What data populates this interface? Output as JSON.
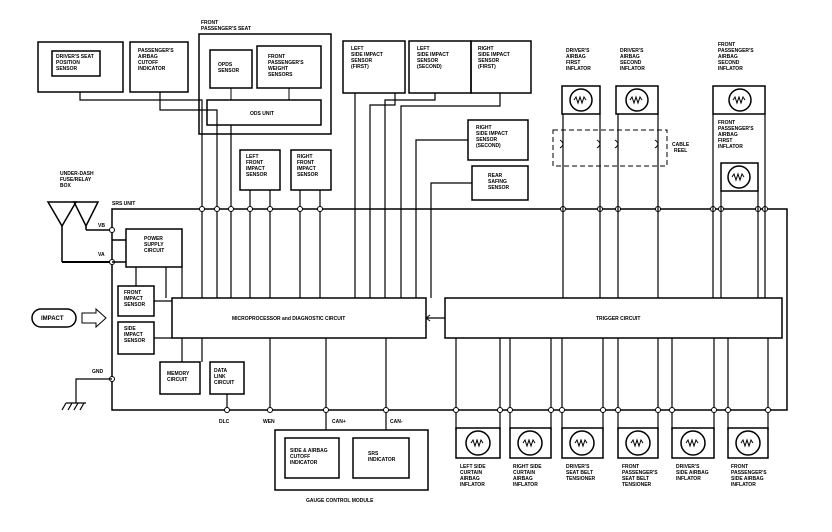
{
  "labels": {
    "front_passenger_seat": [
      "FRONT",
      "PASSENGER'S SEAT"
    ],
    "ods_unit": "ODS UNIT",
    "srs_unit": "SRS UNIT",
    "underdash_fuse": [
      "UNDER-DASH",
      "FUSE/RELAY",
      "BOX"
    ],
    "vb": "VB",
    "va": "VA",
    "gnd": "GND",
    "impact": "IMPACT",
    "microprocessor": "MICROPROCESSOR and DIAGNOSTIC CIRCUIT",
    "trigger": "TRIGGER CIRCUIT",
    "power_supply": [
      "POWER",
      "SUPPLY",
      "CIRCUIT"
    ],
    "front_impact_sensor": [
      "FRONT",
      "IMPACT",
      "SENSOR"
    ],
    "side_impact_sensor": [
      "SIDE",
      "IMPACT",
      "SENSOR"
    ],
    "memory": [
      "MEMORY",
      "CIRCUIT"
    ],
    "data_link": [
      "DATA",
      "LINK",
      "CIRCUIT"
    ],
    "dlc": "DLC",
    "wen": "WEN",
    "can_plus": "CAN+",
    "can_minus": "CAN-",
    "gauge_module": "GAUGE CONTROL MODULE",
    "side_airbag_indicator": [
      "SIDE & AIRBAG",
      "CUTOFF",
      "INDICATOR"
    ],
    "srs_indicator": [
      "SRS",
      "INDICATOR"
    ],
    "cable_reel": [
      "CABLE",
      "REEL"
    ]
  },
  "top_sensors": [
    {
      "id": "drivers-seat-position-sensor",
      "lines": [
        "DRIVER'S SEAT",
        "POSITION",
        "SENSOR"
      ]
    },
    {
      "id": "passengers-airbag-cutoff-indicator",
      "lines": [
        "PASSENGER'S",
        "AIRBAG",
        "CUTOFF",
        "INDICATOR"
      ]
    },
    {
      "id": "opds-sensor",
      "lines": [
        "OPDS",
        "SENSOR"
      ]
    },
    {
      "id": "front-passengers-weight-sensors",
      "lines": [
        "FRONT",
        "PASSENGER'S",
        "WEIGHT",
        "SENSORS"
      ]
    },
    {
      "id": "left-side-impact-sensor-first",
      "lines": [
        "LEFT",
        "SIDE IMPACT",
        "SENSOR",
        "(FIRST)"
      ]
    },
    {
      "id": "left-side-impact-sensor-second",
      "lines": [
        "LEFT",
        "SIDE IMPACT",
        "SENSOR",
        "(SECOND)"
      ]
    },
    {
      "id": "right-side-impact-sensor-first",
      "lines": [
        "RIGHT",
        "SIDE IMPACT",
        "SENSOR",
        "(FIRST)"
      ]
    },
    {
      "id": "right-side-impact-sensor-second",
      "lines": [
        "RIGHT",
        "SIDE IMPACT",
        "SENSOR",
        "(SECOND)"
      ]
    },
    {
      "id": "rear-safing-sensor",
      "lines": [
        "REAR",
        "SAFING",
        "SENSOR"
      ]
    },
    {
      "id": "left-front-impact-sensor",
      "lines": [
        "LEFT",
        "FRONT",
        "IMPACT",
        "SENSOR"
      ]
    },
    {
      "id": "right-front-impact-sensor",
      "lines": [
        "RIGHT",
        "FRONT",
        "IMPACT",
        "SENSOR"
      ]
    }
  ],
  "top_inflators": [
    {
      "id": "drivers-airbag-first-inflator",
      "lines": [
        "DRIVER'S",
        "AIRBAG",
        "FIRST",
        "INFLATOR"
      ]
    },
    {
      "id": "drivers-airbag-second-inflator",
      "lines": [
        "DRIVER'S",
        "AIRBAG",
        "SECOND",
        "INFLATOR"
      ]
    },
    {
      "id": "front-passengers-airbag-second-inflator",
      "lines": [
        "FRONT",
        "PASSENGER'S",
        "AIRBAG",
        "SECOND",
        "INFLATOR"
      ]
    },
    {
      "id": "front-passengers-airbag-first-inflator",
      "lines": [
        "FRONT",
        "PASSENGER'S",
        "AIRBAG",
        "FIRST",
        "INFLATOR"
      ]
    }
  ],
  "bottom_inflators": [
    {
      "id": "left-side-curtain-airbag-inflator",
      "lines": [
        "LEFT SIDE",
        "CURTAIN",
        "AIRBAG",
        "INFLATOR"
      ]
    },
    {
      "id": "right-side-curtain-airbag-inflator",
      "lines": [
        "RIGHT SIDE",
        "CURTAIN",
        "AIRBAG",
        "INFLATOR"
      ]
    },
    {
      "id": "drivers-seat-belt-tensioner",
      "lines": [
        "DRIVER'S",
        "SEAT BELT",
        "TENSIONER"
      ]
    },
    {
      "id": "front-passengers-seat-belt-tensioner",
      "lines": [
        "FRONT",
        "PASSENGER'S",
        "SEAT BELT",
        "TENSIONER"
      ]
    },
    {
      "id": "drivers-side-airbag-inflator",
      "lines": [
        "DRIVER'S",
        "SIDE AIRBAG",
        "INFLATOR"
      ]
    },
    {
      "id": "front-passengers-side-airbag-inflator",
      "lines": [
        "FRONT",
        "PASSENGER'S",
        "SIDE AIRBAG",
        "INFLATOR"
      ]
    }
  ]
}
